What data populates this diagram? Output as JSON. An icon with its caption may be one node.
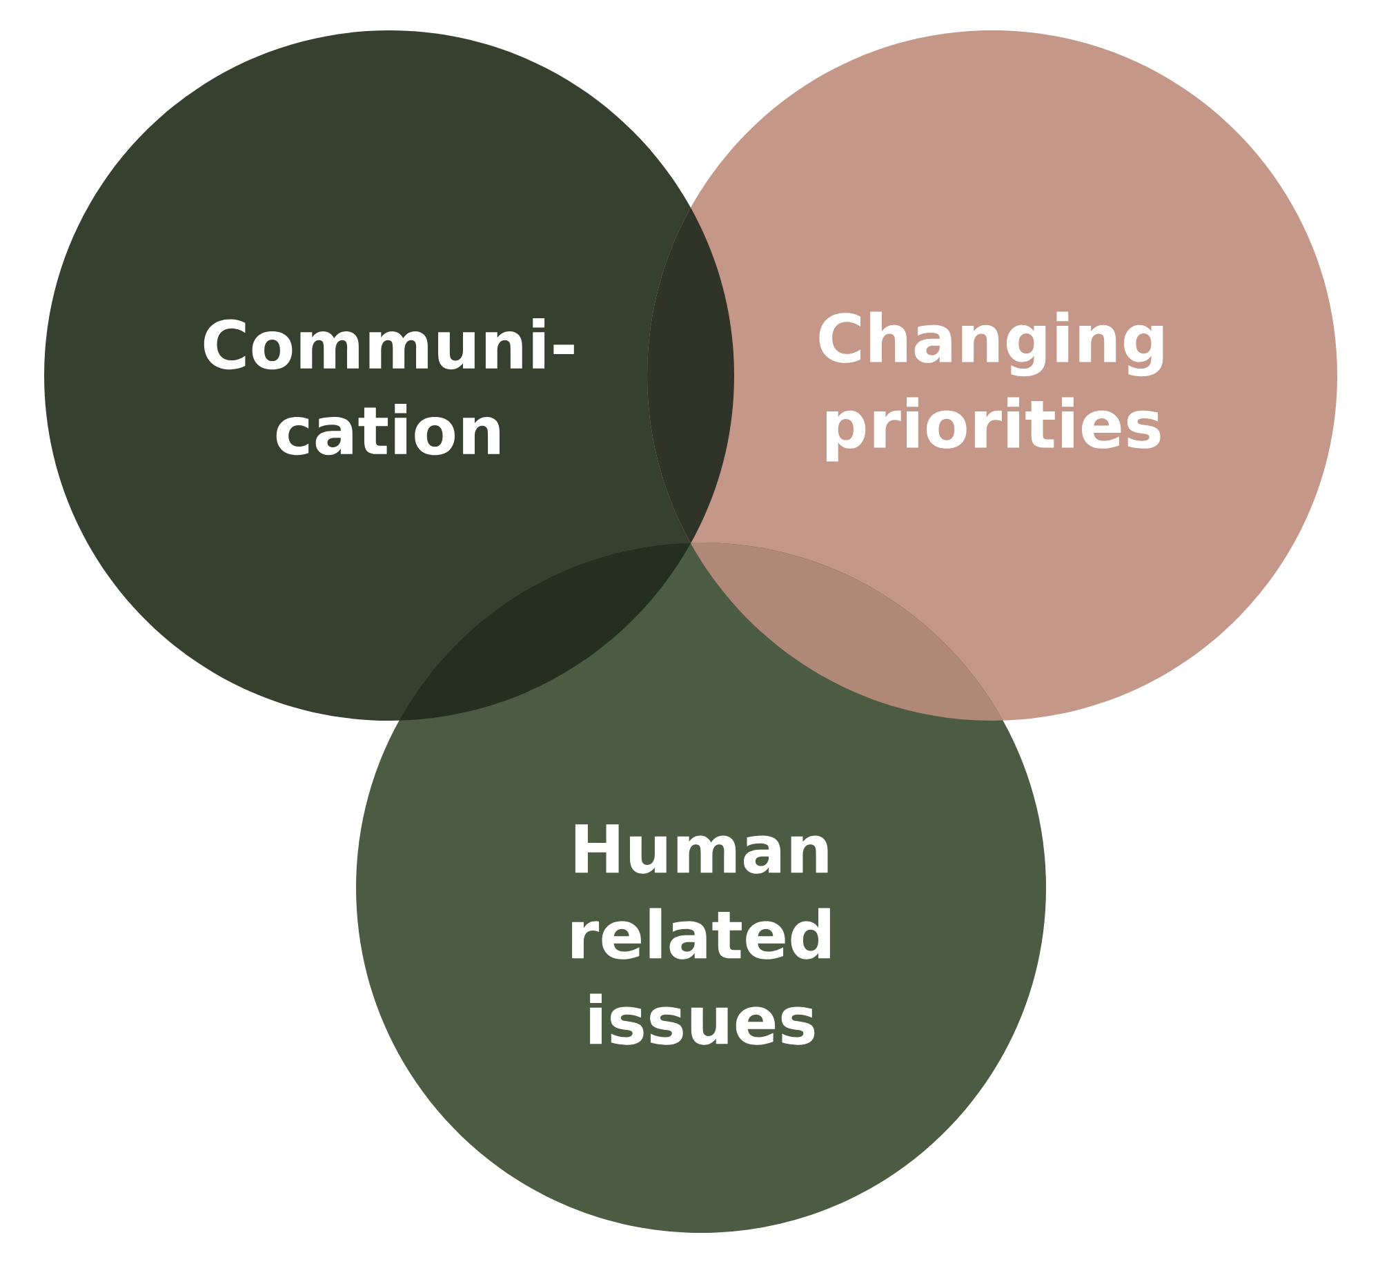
{
  "diagram": {
    "nodes": [
      {
        "text": [
          "Communi- cation"
        ]
      },
      {
        "text": [
          "Changing priorities"
        ]
      },
      {
        "text": [
          "Human related issues"
        ]
      }
    ]
  }
}
